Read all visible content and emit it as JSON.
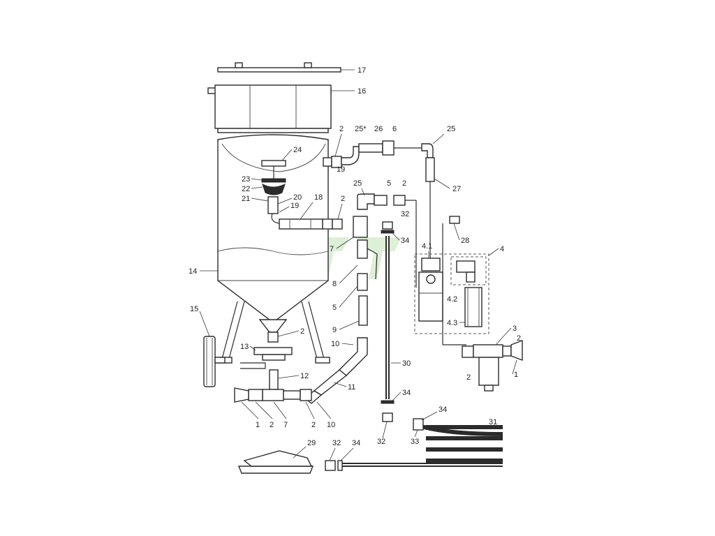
{
  "labels": {
    "l1a": "1",
    "l1b": "1",
    "l2a": "2",
    "l2b": "2",
    "l2c": "2",
    "l2d": "2",
    "l2e": "2",
    "l2f": "2",
    "l2g": "2",
    "l3": "3",
    "l4": "4",
    "l41": "4.1",
    "l42": "4.2",
    "l43": "4.3",
    "l5a": "5",
    "l5b": "5",
    "l6": "6",
    "l7a": "7",
    "l7b": "7",
    "l8": "8",
    "l9": "9",
    "l10a": "10",
    "l10b": "10",
    "l11": "11",
    "l12": "12",
    "l13": "13",
    "l14": "14",
    "l15": "15",
    "l16": "16",
    "l17": "17",
    "l18": "18",
    "l19a": "19",
    "l19b": "19",
    "l20": "20",
    "l21": "21",
    "l22": "22",
    "l23": "23",
    "l24": "24",
    "l25star": "25*",
    "l25a": "25",
    "l25b": "25",
    "l26": "26",
    "l27": "27",
    "l28": "28",
    "l29": "29",
    "l30": "30",
    "l31": "31",
    "l32a": "32",
    "l32b": "32",
    "l32c": "32",
    "l33": "33",
    "l34a": "34",
    "l34b": "34",
    "l34c": "34",
    "l34d": "34"
  },
  "colors": {
    "line": "#2b2b2b",
    "watermark": "#9fd08a"
  }
}
